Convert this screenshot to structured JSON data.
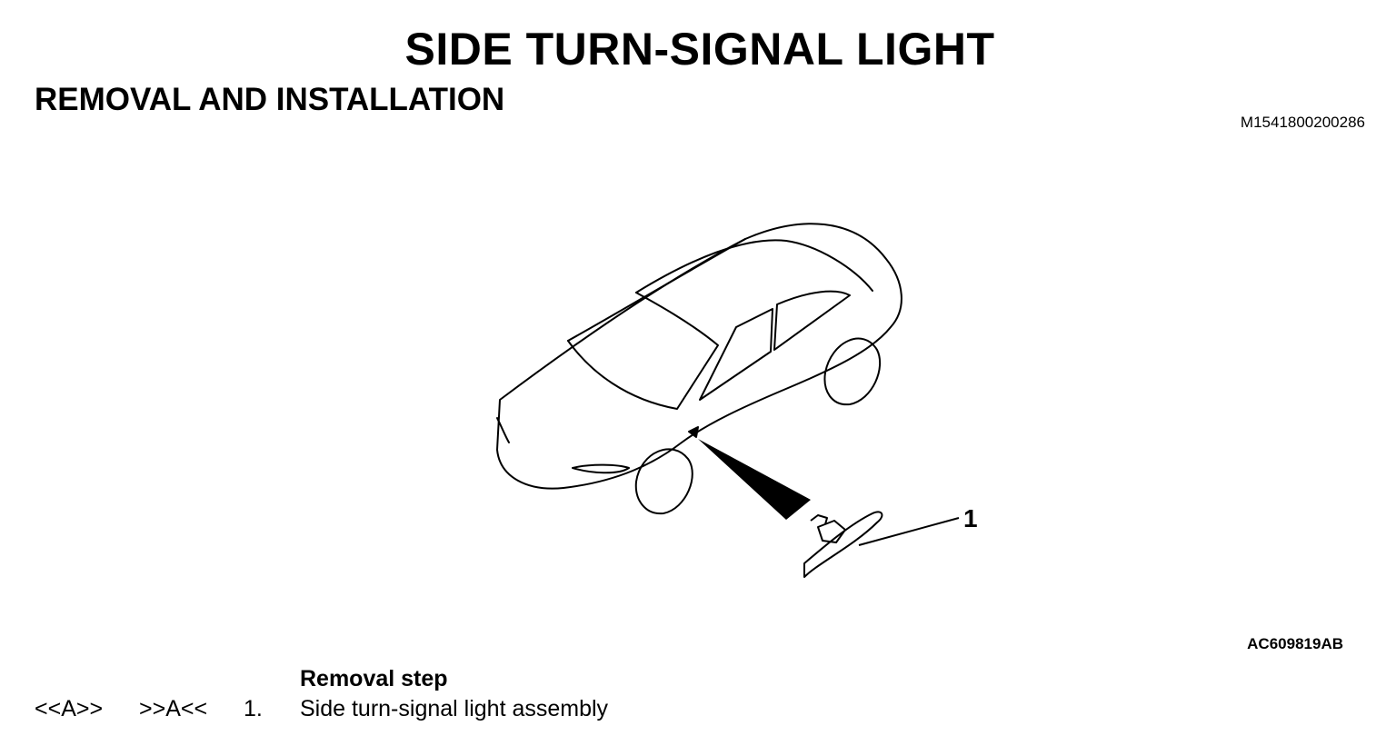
{
  "document": {
    "title": "SIDE TURN-SIGNAL LIGHT",
    "subtitle": "REMOVAL AND INSTALLATION",
    "code": "M1541800200286"
  },
  "figure": {
    "code": "AC609819AB",
    "callout": "1",
    "illustration_icon": "car-with-side-turn-signal-light-illustration"
  },
  "steps": {
    "heading": "Removal step",
    "items": [
      {
        "removal_ref": "<<A>>",
        "install_ref": ">>A<<",
        "number": "1.",
        "label": "Side turn-signal light assembly"
      }
    ]
  }
}
